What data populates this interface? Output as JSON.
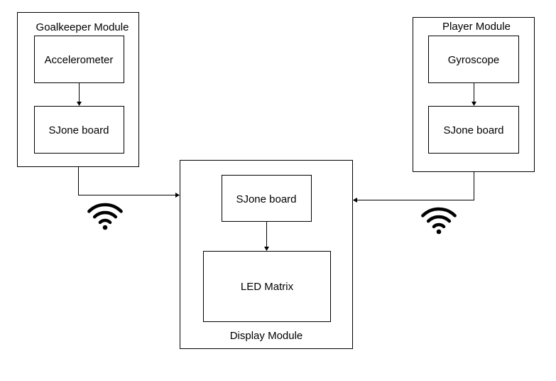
{
  "modules": {
    "goalkeeper": {
      "title": "Goalkeeper Module",
      "sensor": "Accelerometer",
      "board": "SJone board"
    },
    "player": {
      "title": "Player Module",
      "sensor": "Gyroscope",
      "board": "SJone board"
    },
    "display": {
      "title": "Display Module",
      "board": "SJone board",
      "output": "LED Matrix"
    }
  },
  "icons": {
    "wireless": "wifi-icon"
  },
  "colors": {
    "stroke": "#000000",
    "background": "#ffffff"
  }
}
